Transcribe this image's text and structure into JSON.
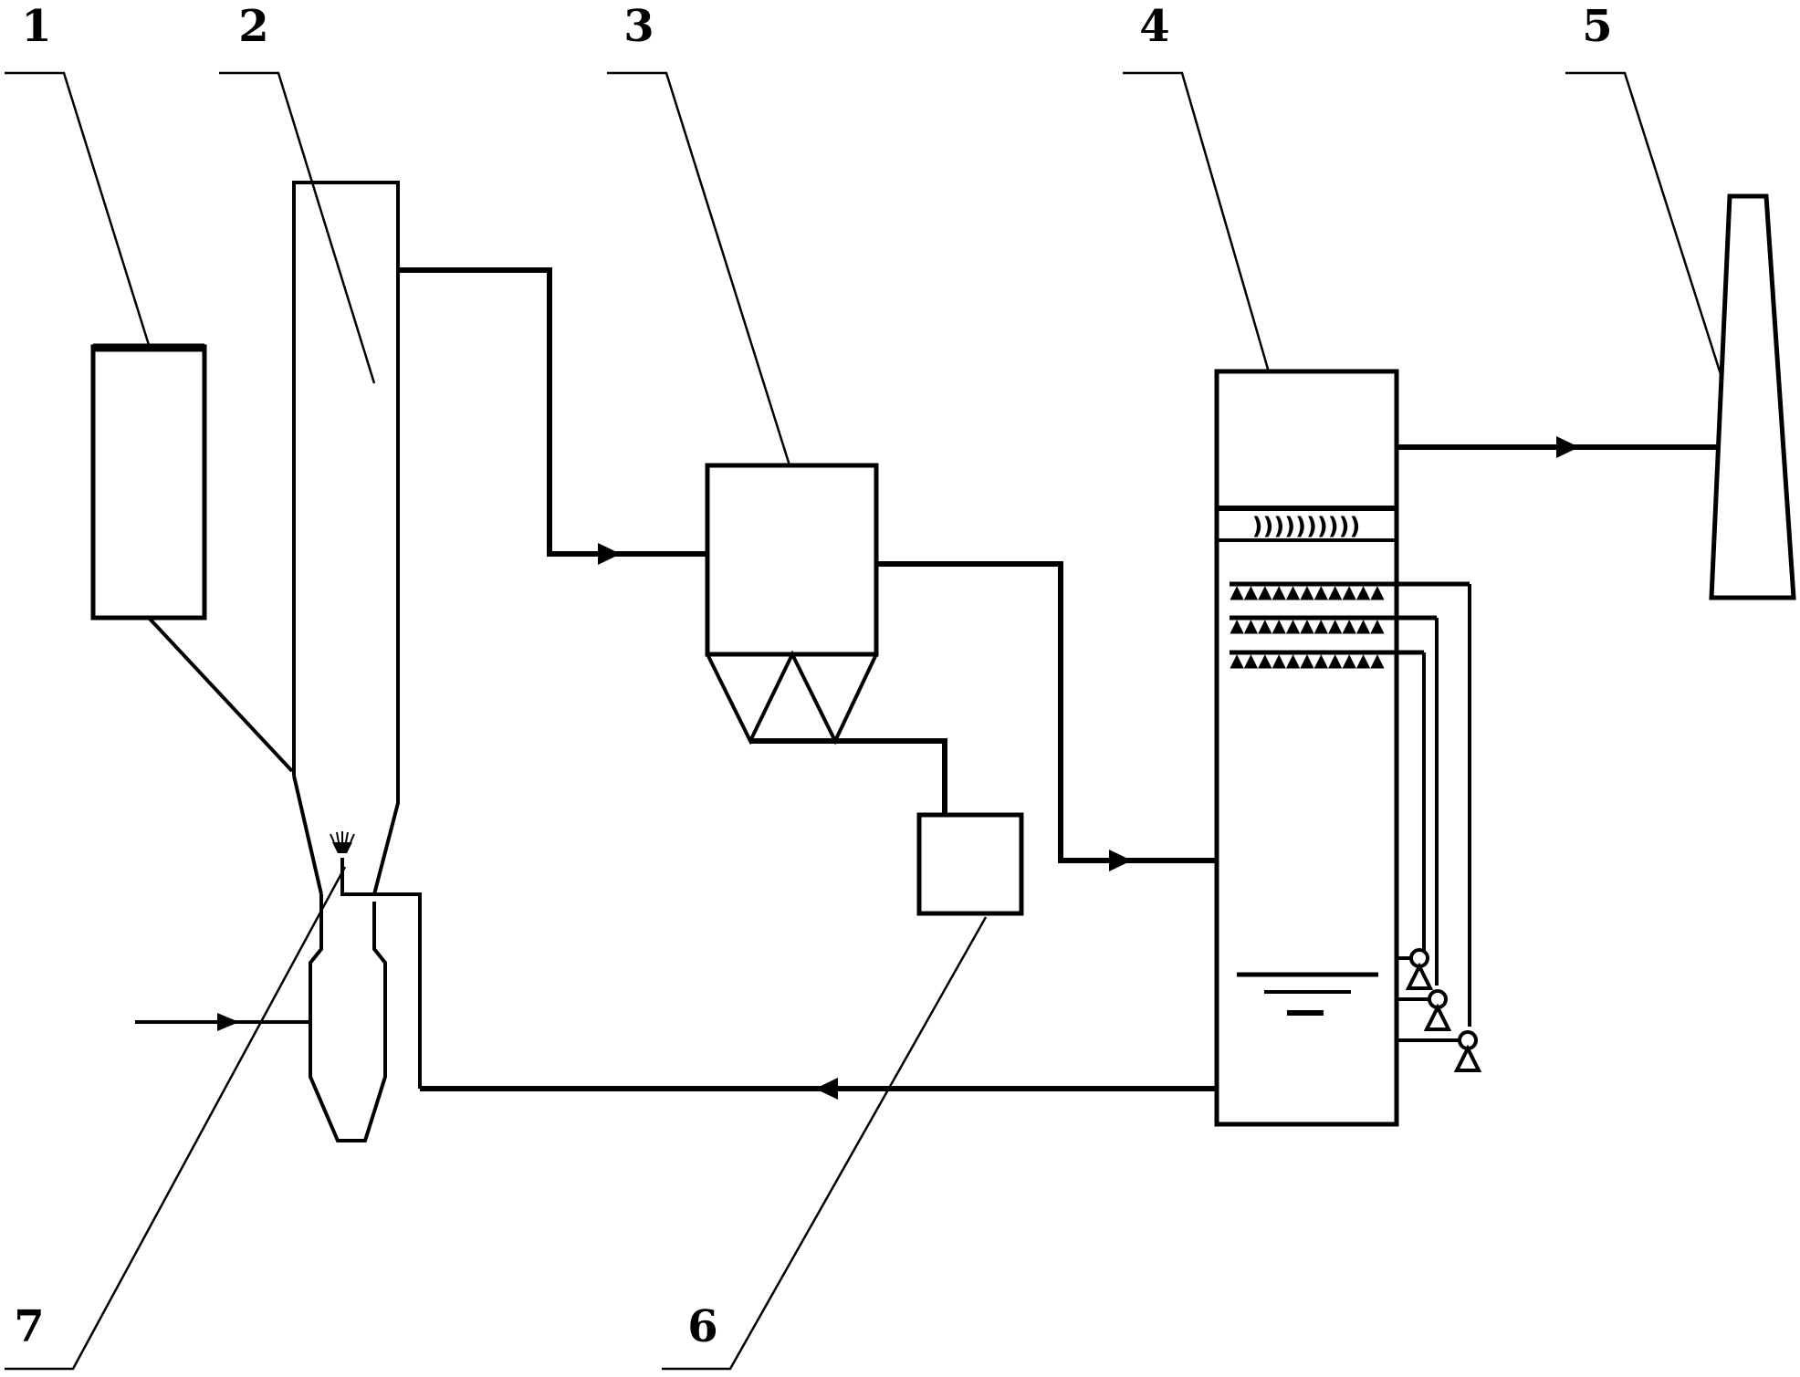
{
  "figure": {
    "callouts": [
      {
        "id": "label-1",
        "text": "1"
      },
      {
        "id": "label-2",
        "text": "2"
      },
      {
        "id": "label-3",
        "text": "3"
      },
      {
        "id": "label-4",
        "text": "4"
      },
      {
        "id": "label-5",
        "text": "5"
      },
      {
        "id": "label-6",
        "text": "6"
      },
      {
        "id": "label-7",
        "text": "7"
      }
    ],
    "colors": {
      "stroke": "#000000",
      "background": "#ffffff"
    },
    "components": [
      {
        "callout": "1",
        "icon": "rectangle-unit-icon"
      },
      {
        "callout": "2",
        "icon": "vertical-tower-icon"
      },
      {
        "callout": "3",
        "icon": "hopper-collector-icon"
      },
      {
        "callout": "4",
        "icon": "scrubber-column-icon"
      },
      {
        "callout": "5",
        "icon": "chimney-stack-icon"
      },
      {
        "callout": "6",
        "icon": "collection-bin-icon"
      },
      {
        "callout": "7",
        "icon": "spray-nozzle-icon"
      }
    ]
  }
}
